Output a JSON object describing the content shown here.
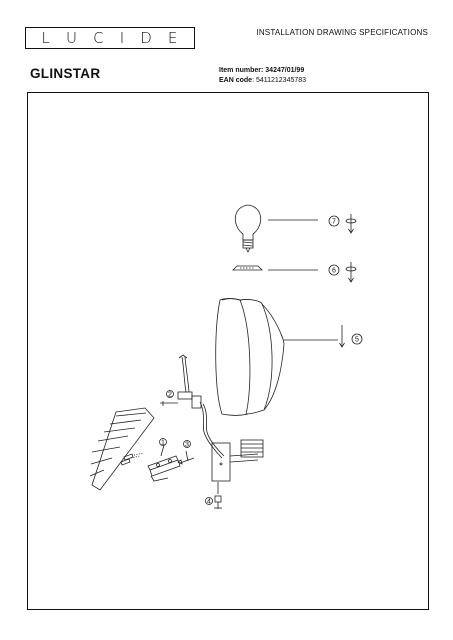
{
  "header": {
    "logo_letters": [
      "L",
      "U",
      "C",
      "I",
      "D",
      "E"
    ],
    "spec_title": "INSTALLATION DRAWING SPECIFICATIONS"
  },
  "product": {
    "name": "GLINSTAR",
    "item_label": "Item number",
    "item_value": ": 34247/01/99",
    "ean_label": "EAN code",
    "ean_value": ": 5411212345783"
  },
  "diagram": {
    "callouts": [
      "1",
      "2",
      "3",
      "4",
      "5",
      "6",
      "7"
    ]
  }
}
